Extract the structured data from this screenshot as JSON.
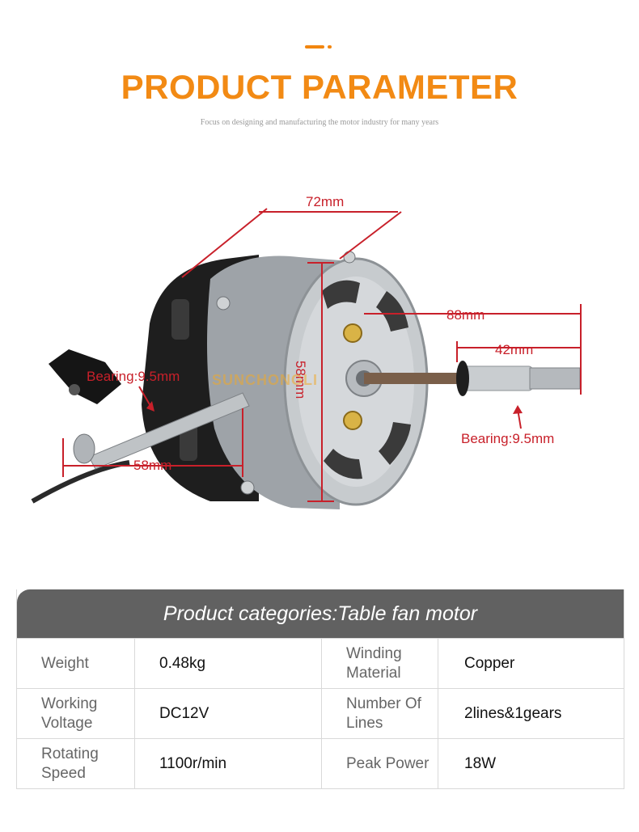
{
  "header": {
    "title": "PRODUCT PARAMETER",
    "subtitle": "Focus on designing and manufacturing the motor industry for many years",
    "accent_color": "#f28a14"
  },
  "figure": {
    "dimensions": {
      "width_top": "72mm",
      "length_right": "88mm",
      "shaft_right": "42mm",
      "height_center": "58mm",
      "shaft_left": "58mm"
    },
    "bearing_left": "Bearing:9.5mm",
    "bearing_right": "Bearing:9.5mm",
    "watermark": "SUNCHONGLI",
    "label_color": "#c8202a"
  },
  "spec": {
    "header": "Product categories:Table fan motor",
    "rows": [
      {
        "label1": "Weight",
        "value1": "0.48kg",
        "label2": "Winding Material",
        "value2": "Copper"
      },
      {
        "label1": "Working Voltage",
        "value1": "DC12V",
        "label2": "Number Of Lines",
        "value2": "2lines&1gears"
      },
      {
        "label1": "Rotating Speed",
        "value1": "1100r/min",
        "label2": "Peak Power",
        "value2": "18W"
      }
    ]
  }
}
